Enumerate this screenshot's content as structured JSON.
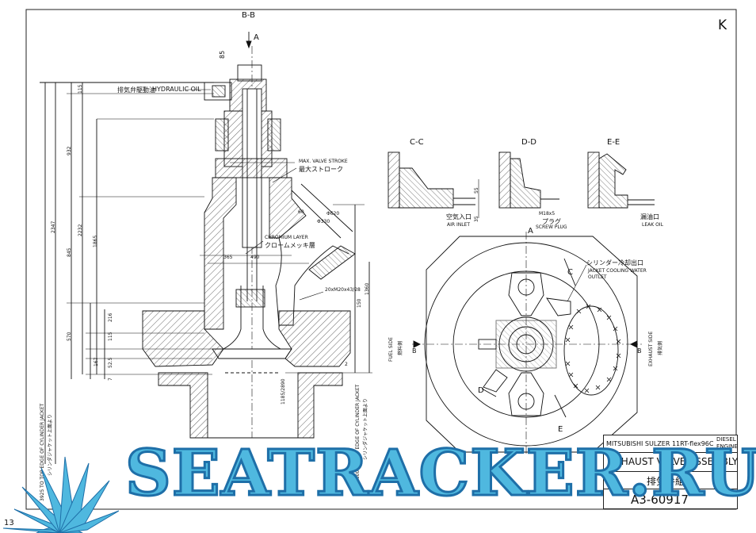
{
  "sheet_label": "K",
  "section_label": "B-B",
  "arrow_a_top": "A",
  "dim_85": "85",
  "hydraulic_jp": "排気弁駆動油",
  "hydraulic_en": "HYDRAULIC OIL",
  "stroke_en": "MAX. VALVE STROKE",
  "stroke_jp": "最大ストローク",
  "chromium_en": "CHROMIUM LAYER",
  "chromium_jp": "クロームメッキ層",
  "stud_spec": "20xM20x43/28",
  "dims_left": [
    "115",
    "932",
    "2232",
    "1865",
    "2347",
    "845",
    "570",
    "216",
    "115",
    "167",
    "52.5",
    "7"
  ],
  "dims_mid": [
    "365",
    "490",
    "60",
    "Φ330",
    "Φ620",
    "1360",
    "150",
    "2",
    "1185/2890"
  ],
  "jacket_left": "3925 TO TOP EDGE OF CYLINDER JACKET",
  "jacket_left_jp": "シリンダジャケット上面より",
  "jacket_right": "1600 TO TOP EDGE OF CYLINDER JACKET",
  "jacket_right_jp": "シリンダジャケット上面より",
  "cc": "C-C",
  "dd": "D-D",
  "ee": "E-E",
  "cc_dim1": "55",
  "cc_dim2": "35",
  "air_jp": "空気入口",
  "air_en": "AIR INLET",
  "plug_spec": "M18x5",
  "plug_jp": "プラグ",
  "plug_en": "SCREW PLUG",
  "leak_jp": "漏油口",
  "leak_en": "LEAK OIL",
  "plan_a": "A",
  "cool_jp": "シリンダー冷却出口",
  "cool_en1": "JACKET COOLING WATER",
  "cool_en2": "OUTLET",
  "fuel_side_en": "FUEL SIDE",
  "fuel_side_jp": "燃料側",
  "exhaust_side_en": "EXHAUST SIDE",
  "exhaust_side_jp": "排気側",
  "marker_b_left": "B",
  "marker_b_right": "B",
  "marker_c": "C",
  "marker_d": "D",
  "marker_e": "E",
  "tb_maker": "MITSUBISHI SULZER 11RT-flex96C",
  "tb_diesel": "DIESEL",
  "tb_engine": "ENGINE",
  "tb_title": "EXHAUST VALVE ASSEMBLY",
  "tb_title_jp": "排気弁組立",
  "tb_code": "A3-60917",
  "page_num": "13",
  "watermark": "SEATRACKER.RU",
  "colors": {
    "watermark_fill": "#4fb8df",
    "watermark_stroke": "#1e6fa8",
    "ink": "#111111"
  }
}
